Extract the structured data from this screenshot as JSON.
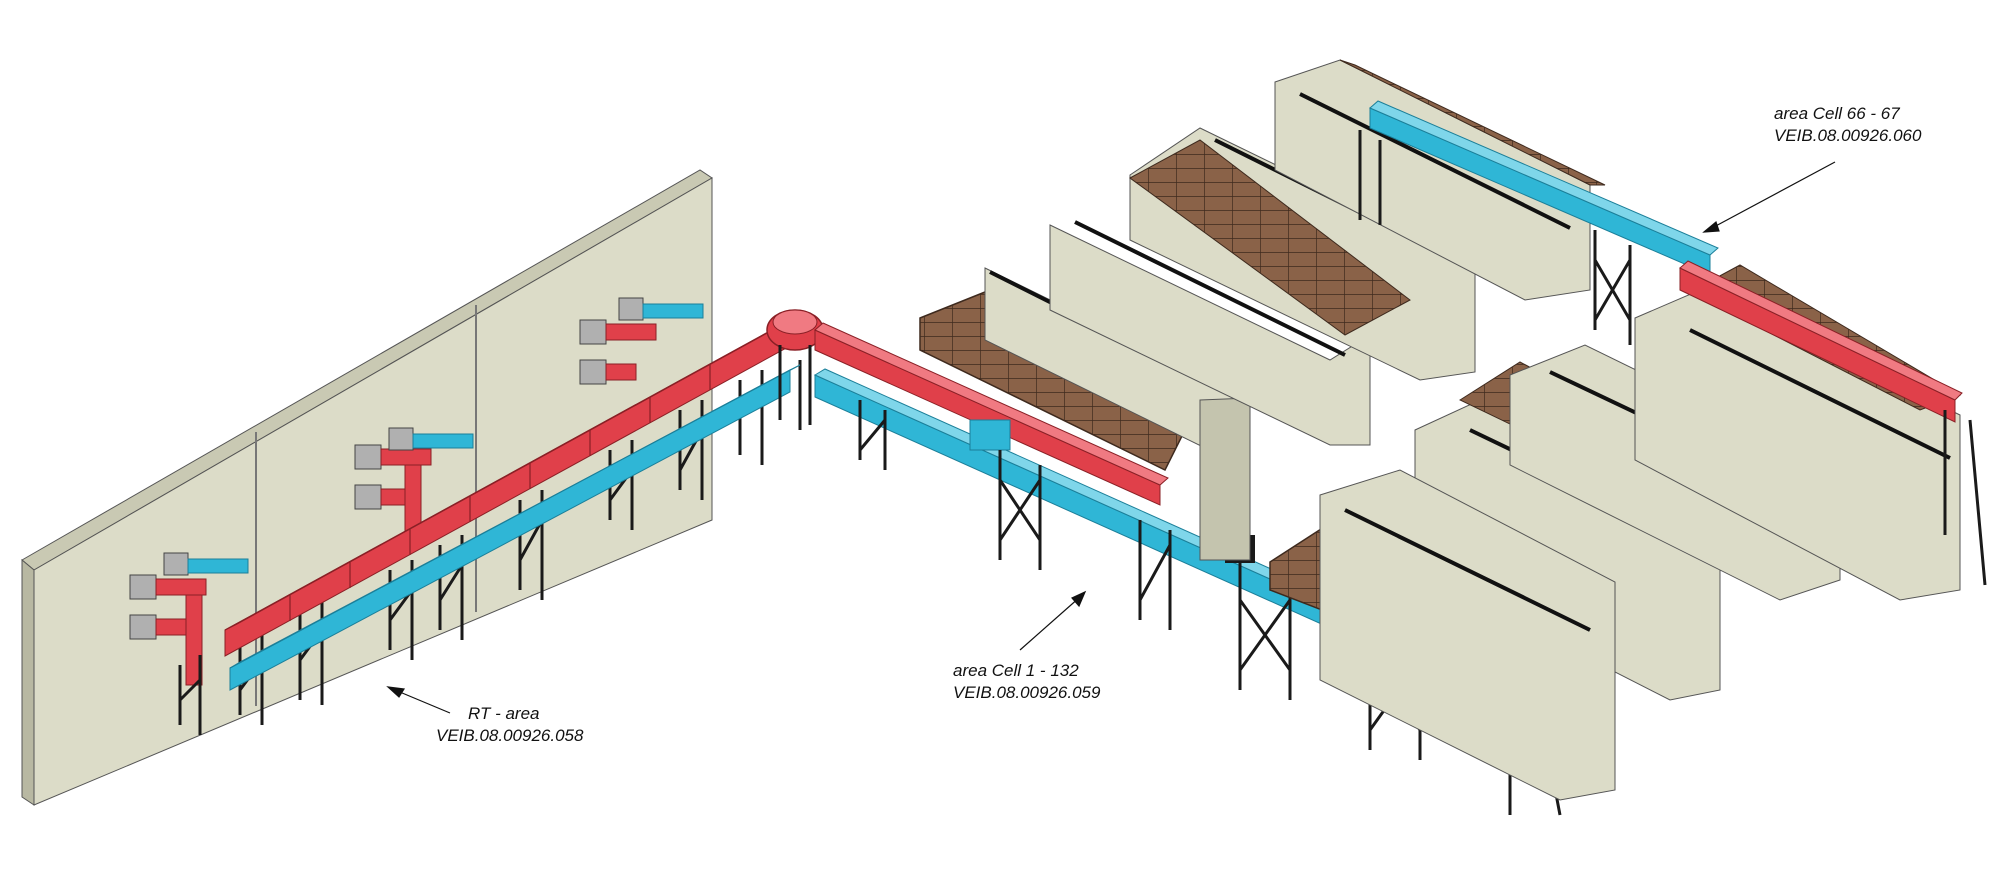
{
  "labels": {
    "rt_area": {
      "name": "RT - area",
      "code": "VEIB.08.00926.058"
    },
    "cell_1_132": {
      "name": "area Cell 1 - 132",
      "code": "VEIB.08.00926.059"
    },
    "cell_66_67": {
      "name": "area Cell 66 - 67",
      "code": "VEIB.08.00926.060"
    }
  },
  "colors": {
    "wall": "#dcdcc8",
    "wall_shade": "#c4c4ae",
    "duct_red": "#e0404a",
    "duct_red_dark": "#a82a32",
    "duct_blue": "#2fb6d6",
    "duct_blue_dark": "#1b7f99",
    "roof": "#8a6248",
    "roof_dark": "#5e3f2c",
    "steel": "#1a1a1a",
    "motor": "#a8a8a8"
  }
}
